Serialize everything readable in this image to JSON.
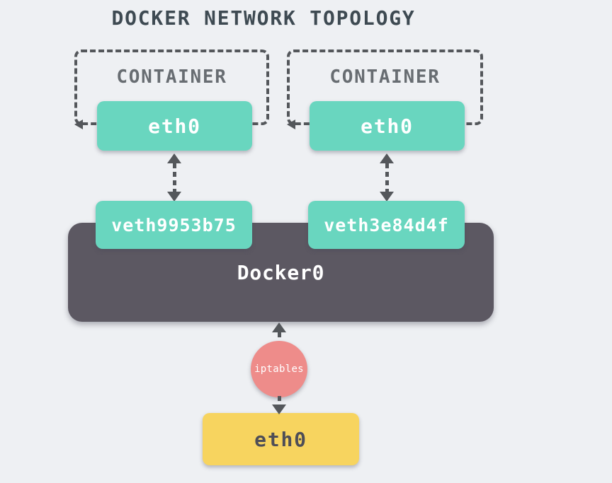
{
  "title": "DOCKER NETWORK TOPOLOGY",
  "containers": [
    {
      "label": "CONTAINER",
      "interface": "eth0",
      "veth": "veth9953b75"
    },
    {
      "label": "CONTAINER",
      "interface": "eth0",
      "veth": "veth3e84d4f"
    }
  ],
  "bridge": {
    "label": "Docker0"
  },
  "firewall": {
    "label": "iptables"
  },
  "host": {
    "interface": "eth0"
  },
  "colors": {
    "background": "#EEF0F3",
    "container_node": "#69D6BF",
    "bridge_node": "#5C5862",
    "firewall_node": "#EE8C8A",
    "host_node": "#F7D45F",
    "connector": "#54575B",
    "title_text": "#3E4A52",
    "container_label_text": "#686D72",
    "node_text_light": "#FFFFFF",
    "host_text": "#4E4E57"
  }
}
